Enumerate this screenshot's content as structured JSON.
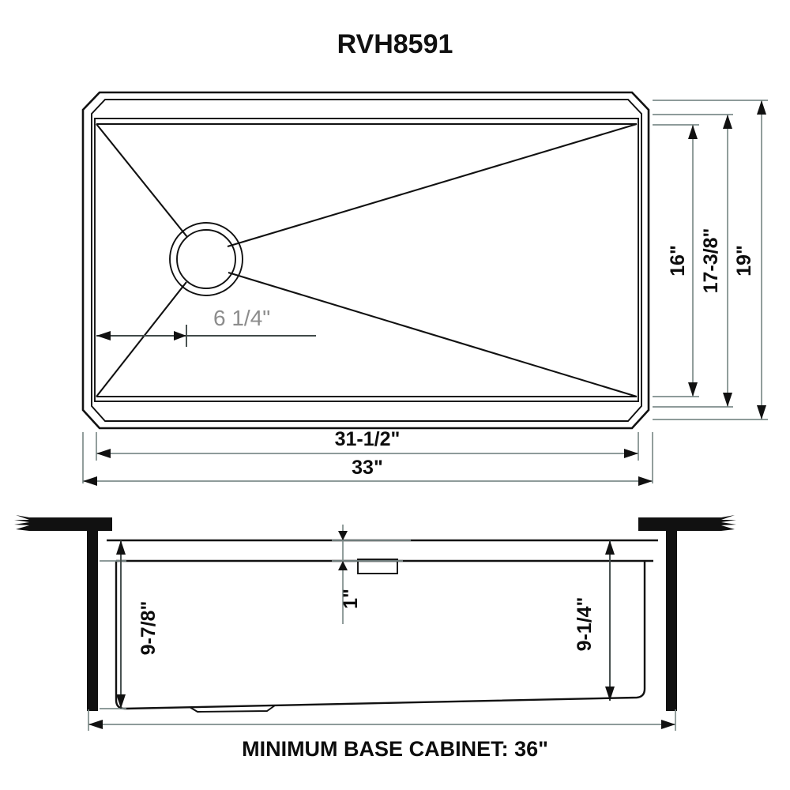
{
  "page": {
    "title": "RVH8591",
    "background_color": "#ffffff",
    "line_color": "#111111",
    "dimension_line_color": "#7e8d8b",
    "light_text_color": "#8c8c8c"
  },
  "top_view": {
    "name": "sink-top-view",
    "dimensions": {
      "drain_offset": "6  1/4\"",
      "inner_width": "31-1/2\"",
      "outer_width": "33\"",
      "inner_depth": "16\"",
      "mid_depth": "17-3/8\"",
      "outer_depth": "19\""
    }
  },
  "section_view": {
    "name": "sink-section-view",
    "dimensions": {
      "rim_drop": "1\"",
      "depth_left": "9-7/8\"",
      "depth_right": "9-1/4\""
    }
  },
  "caption": {
    "minimum_base_cabinet": "MINIMUM BASE CABINET: 36\""
  }
}
